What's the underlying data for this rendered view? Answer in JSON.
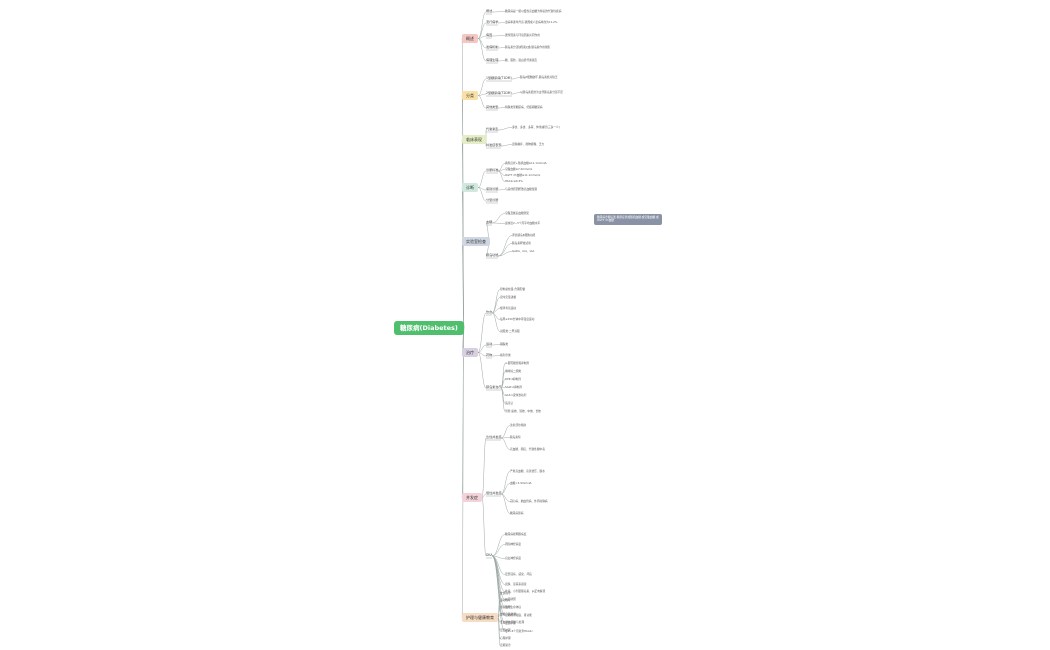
{
  "root": {
    "label": "糖尿病(Diabetes)"
  },
  "branches": [
    {
      "id": "b1",
      "label": "概述",
      "color": "#f4c7c3"
    },
    {
      "id": "b2",
      "label": "分类",
      "color": "#fbe0a6"
    },
    {
      "id": "b3",
      "label": "临床表现",
      "color": "#e4edc5"
    },
    {
      "id": "b4",
      "label": "诊断",
      "color": "#cfe9de"
    },
    {
      "id": "b5",
      "label": "实验室检查",
      "color": "#cfd7e3"
    },
    {
      "id": "b6",
      "label": "治疗",
      "color": "#d8cfe0"
    },
    {
      "id": "b7",
      "label": "并发症",
      "color": "#f3d3d8"
    },
    {
      "id": "b8",
      "label": "护理与健康教育",
      "color": "#f7dcc4"
    }
  ],
  "topics": [
    {
      "id": "b1s1",
      "label": "概述"
    },
    {
      "id": "b1s2",
      "label": "流行病学"
    },
    {
      "id": "b1s3",
      "label": "病因"
    },
    {
      "id": "b1s4",
      "label": "发病机制"
    },
    {
      "id": "b1s5",
      "label": "病理生理"
    },
    {
      "id": "b2s1",
      "label": "1型糖尿病(T1DM)"
    },
    {
      "id": "b2s2",
      "label": "2型糖尿病(T2DM)"
    },
    {
      "id": "b2s3",
      "label": "其他类型"
    },
    {
      "id": "b3s1",
      "label": "代谢紊乱"
    },
    {
      "id": "b3s2",
      "label": "并发症表现"
    },
    {
      "id": "b4s1",
      "label": "诊断标准"
    },
    {
      "id": "b4s2",
      "label": "鉴别诊断"
    },
    {
      "id": "b4s3",
      "label": "分型诊断"
    },
    {
      "id": "b5s1",
      "label": "血糖"
    },
    {
      "id": "b5s2",
      "label": "胰岛功能"
    },
    {
      "id": "b5s3",
      "label": "HbA1c"
    },
    {
      "id": "b5s4",
      "label": "C肽"
    },
    {
      "id": "b5s5",
      "label": "胰岛素释放"
    },
    {
      "id": "b5s6",
      "label": "胰岛素抗体"
    },
    {
      "id": "b6s1",
      "label": "饮食"
    },
    {
      "id": "b6s2",
      "label": "运动"
    },
    {
      "id": "b6s3",
      "label": "药物"
    },
    {
      "id": "b6s4",
      "label": "胰岛素治疗"
    },
    {
      "id": "b7s1",
      "label": "急性并发症"
    },
    {
      "id": "b7s2",
      "label": "慢性并发症"
    },
    {
      "id": "b7s3",
      "label": "DKA"
    },
    {
      "id": "b7s4",
      "label": "HHS"
    },
    {
      "id": "b7s5",
      "label": "低血糖"
    },
    {
      "id": "b7s6",
      "label": "大血管病变"
    },
    {
      "id": "b7s7",
      "label": "微血管病变"
    },
    {
      "id": "b7s8",
      "label": "肾病"
    },
    {
      "id": "b7s9",
      "label": "视网膜"
    },
    {
      "id": "b7s10",
      "label": "神经病变"
    },
    {
      "id": "b7s11",
      "label": "糖尿病足"
    },
    {
      "id": "b7s12",
      "label": "感染"
    },
    {
      "id": "b7s13",
      "label": "治疗原则"
    },
    {
      "id": "b7s14",
      "label": "预防"
    },
    {
      "id": "b7s15",
      "label": "筛查"
    },
    {
      "id": "b7s16",
      "label": "随访"
    }
  ],
  "leaves": [
    "糖尿病是一组以慢性高血糖为特征的代谢性疾病",
    "患病率逐年升高,我国成人患病率约为11.2%",
    "遗传因素与环境因素共同作用",
    "胰岛素分泌缺陷和(或)胰岛素作用缺陷",
    "糖、脂肪、蛋白质代谢紊乱",
    "胰岛β细胞破坏,胰岛素绝对缺乏",
    "以胰岛素抵抗为主伴胰岛素分泌不足",
    "特殊类型糖尿病、妊娠期糖尿病",
    "多饮、多食、多尿、体重减轻(三多一少)",
    "皮肤瘙痒、视物模糊、乏力",
    "典型症状+随机血糖≥11.1mmol/L",
    "空腹血糖≥7.0mmol/L",
    "OGTT 2h血糖≥11.1mmol/L",
    "HbA1c≥6.5%",
    "与其他原因所致高血糖鉴别",
    "空腹及餐后血糖测定",
    "反映近2~3个月平均血糖水平",
    "评估胰岛β细胞功能",
    "胰岛素释放试验",
    "GADA、ICA、IAA",
    "控制总热量,合理配餐",
    "定时定量进餐",
    "规律有氧运动",
    "每周≥150分钟中等强度运动",
    "双胍类:二甲双胍",
    "磺脲类",
    "格列奈类",
    "α-葡萄糖苷酶抑制剂",
    "噻唑烷二酮类",
    "DPP-4抑制剂",
    "SGLT-2抑制剂",
    "GLP-1受体激动剂",
    "适应证",
    "剂型:速效、短效、中效、长效",
    "注射部位轮换",
    "胰岛素泵",
    "高血糖、酮症、代谢性酸中毒",
    "严重高血糖、高渗透压、脱水",
    "血糖<3.9mmol/L",
    "冠心病、脑血管病、外周动脉病",
    "糖尿病肾病",
    "糖尿病视网膜病变",
    "周围神经病变",
    "自主神经病变",
    "足部溃疡、感染、坏疽",
    "皮肤、泌尿系感染",
    "补液、小剂量胰岛素、纠正电解质",
    "纠正诱因",
    "监测生命体征",
    "定期检查眼底、肾功能",
    "足部护理",
    "每3~6个月复查HbA1c",
    "饮食指导",
    "运动指导",
    "用药指导",
    "血糖自我监测",
    "低血糖的预防与处理",
    "足部护理",
    "心理护理",
    "定期复诊"
  ],
  "notes": [
    "糖尿病诊断标准:典型症状加随机血糖,或空腹血糖,或OGTT 2h血糖"
  ]
}
